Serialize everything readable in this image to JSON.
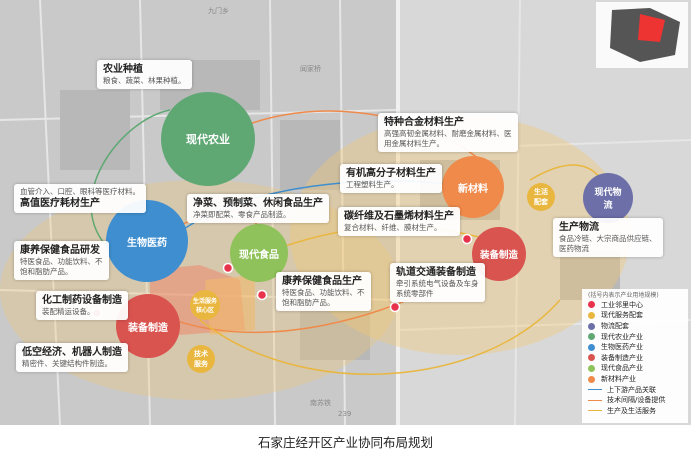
{
  "caption": "石家庄经开区产业协同布局规划",
  "map_labels": {
    "top": "九门乡",
    "mid": "闻家桥",
    "bottom_road": "南苏铁",
    "number": "239"
  },
  "bubbles": {
    "agri": "现代农业",
    "bio": "生物医药",
    "food": "现代食品",
    "equip_left": "装备制造",
    "newmat": "新材料",
    "equip_right": "装备制造",
    "logistics": "现代物流",
    "life": "生活配套",
    "life_core": "生活服务核心区",
    "tech": "技术服务"
  },
  "labels": {
    "agri": {
      "title": "农业种植",
      "desc": "粮食、蔬菜、林果种植。"
    },
    "med": {
      "title": "高值医疗耗材生产",
      "desc": "血管介入、口腔、眼科等医疗材料。"
    },
    "food1": {
      "title": "净菜、预制菜、休闲食品生产",
      "desc": "净菜即配菜、零食产品制造。"
    },
    "health1": {
      "title": "康养保健食品研发",
      "desc1": "特医食品、功能饮料、不",
      "desc2": "饱和脂肪产品。"
    },
    "health2": {
      "title": "康养保健食品生产",
      "desc1": "特医食品、功能饮料、不",
      "desc2": "饱和脂肪产品。"
    },
    "pharma": {
      "title": "化工制药设备制造",
      "desc": "装配精运设备。"
    },
    "lowalt": {
      "title": "低空经济、机器人制造",
      "desc": "精密件、关键结构件制造。"
    },
    "alloy": {
      "title": "特种合金材料生产",
      "desc1": "高强高韧金属材料、耐磨金属材料、医",
      "desc2": "用金属材料生产。"
    },
    "polymer": {
      "title": "有机高分子材料生产",
      "desc": "工程塑料生产。"
    },
    "carbon": {
      "title": "碳纤维及石墨烯材料生产",
      "desc": "复合材料、纤维、膜材生产。"
    },
    "rail": {
      "title": "轨道交通装备制造",
      "desc1": "牵引系统电气设备及车身",
      "desc2": "系统零部件"
    },
    "logistics": {
      "title": "生产物流",
      "desc1": "食品冷链、大宗商品供应链、",
      "desc2": "医药物流"
    }
  },
  "legend": {
    "note": "(括号内表示产业用地规模)",
    "items": [
      {
        "label": "工业邻里中心",
        "color": "#e8334d"
      },
      {
        "label": "现代服务配套",
        "color": "#e9b73f"
      },
      {
        "label": "物流配套",
        "color": "#6c6fa8"
      },
      {
        "label": "现代农业产业",
        "color": "#5fa874"
      },
      {
        "label": "生物医药产业",
        "color": "#3e8ed0"
      },
      {
        "label": "装备制造产业",
        "color": "#d9534f"
      },
      {
        "label": "现代食品产业",
        "color": "#8fc25a"
      },
      {
        "label": "新材料产业",
        "color": "#f08a4b"
      }
    ],
    "lines": [
      {
        "label": "上下游产品关联",
        "color": "#3e8ed0"
      },
      {
        "label": "技术间隔/设备提供",
        "color": "#f08a4b"
      },
      {
        "label": "生产及生活服务",
        "color": "#e9b73f"
      }
    ]
  }
}
